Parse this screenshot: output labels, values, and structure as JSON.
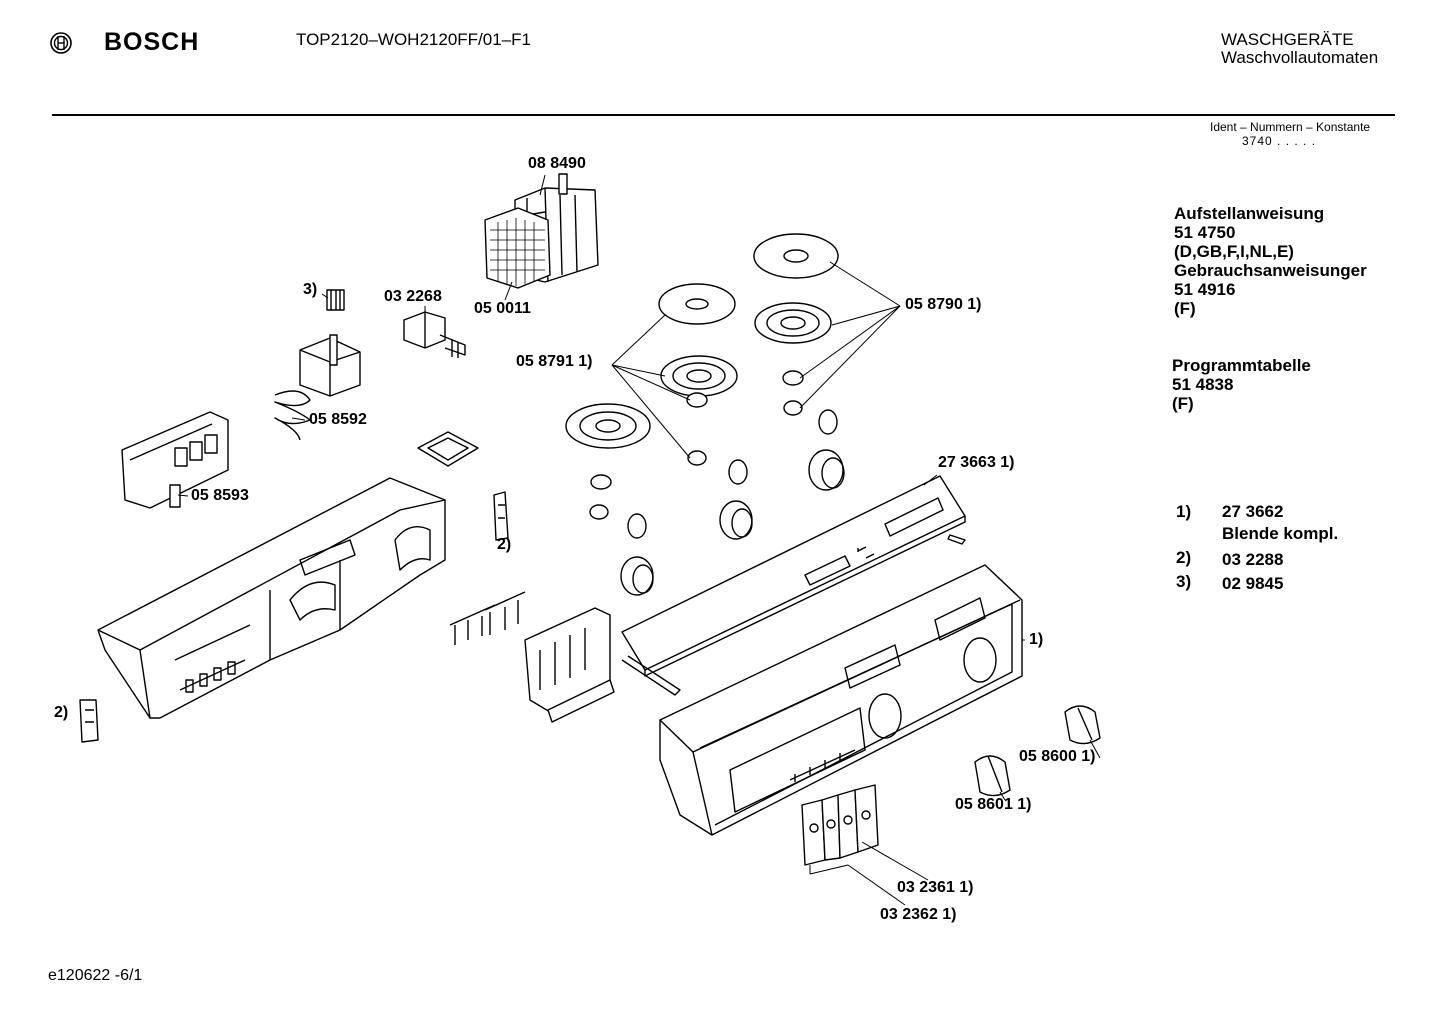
{
  "header": {
    "brand": "BOSCH",
    "model": "TOP2120–WOH2120FF/01–F1",
    "category_line1": "WASCHGERÄTE",
    "category_line2": "Waschvollautomaten",
    "ident_label": "Ident – Nummern – Konstante",
    "ident_value": "3740 . . . . ."
  },
  "sidebar": {
    "docs": [
      "Aufstellanweisung",
      "51 4750",
      "(D,GB,F,I,NL,E)",
      "Gebrauchsanweisunger",
      "51 4916",
      "(F)"
    ],
    "program": [
      "Programmtabelle",
      "51 4838",
      "(F)"
    ],
    "notes": [
      {
        "key": "1)",
        "line1": "27 3662",
        "line2": "Blende kompl."
      },
      {
        "key": "2)",
        "line1": "03 2288"
      },
      {
        "key": "3)",
        "line1": "02 9845"
      }
    ]
  },
  "parts": {
    "p088490": "08 8490",
    "p050011": "05 0011",
    "p032268": "03 2268",
    "n3": "3)",
    "p058592": "05 8592",
    "p058593": "05 8593",
    "p058790": "05 8790 1)",
    "p058791": "05 8791 1)",
    "p273663": "27 3663 1)",
    "n2a": "2)",
    "n2b": "2)",
    "n1": "1)",
    "p058600": "05 8600 1)",
    "p058601": "05 8601 1)",
    "p032361": "03 2361 1)",
    "p032362": "03 2362 1)"
  },
  "footer": {
    "code": "e120622 -6/1"
  }
}
